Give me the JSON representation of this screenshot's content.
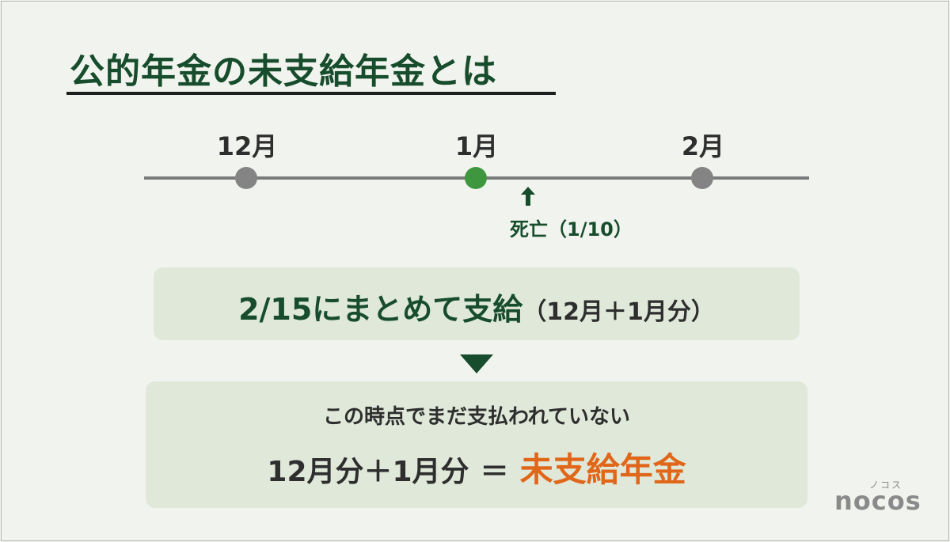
{
  "title": "公的年金の未支給年金とは",
  "timeline": {
    "months": [
      "12月",
      "1月",
      "2月"
    ],
    "death_label": "死亡（1/10）"
  },
  "payment": {
    "main": "2/15にまとめて支給",
    "sub": "（12月＋1月分）"
  },
  "result": {
    "caption": "この時点でまだ支払われていない",
    "left": "12月分＋1月分",
    "sign": "＝",
    "right": "未支給年金"
  },
  "logo": {
    "kana": "ノコス",
    "text": "nocos"
  },
  "colors": {
    "primary_green": "#174d2c",
    "current_dot": "#3e973f",
    "dot_gray": "#848484",
    "accent_orange": "#e0671a",
    "box_bg": "#dfe8d9",
    "page_bg": "#f1f4ee"
  }
}
